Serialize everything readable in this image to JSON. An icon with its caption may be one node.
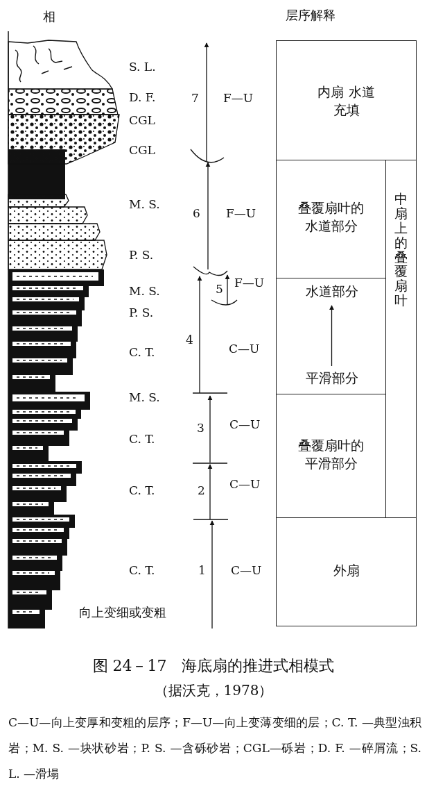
{
  "diagram": {
    "caption": "图 24－17　海底扇的推进式相模式",
    "nodes": [
      {
        "text": [
          "内扇 水道充填"
        ]
      },
      {
        "text": [
          "中扇上的叠覆扇叶"
        ]
      },
      {
        "text": [
          "叠覆扇叶的水道部分"
        ]
      },
      {
        "text": [],
        "shape": "box"
      },
      {
        "text": [
          "水道部分"
        ],
        "in": 3
      },
      {
        "text": [
          "平滑部分"
        ],
        "in": 3
      },
      {
        "text": [
          "叠覆扇叶的平滑部分"
        ]
      },
      {
        "text": [
          "外扇"
        ]
      }
    ],
    "edges": [
      {
        "from": 5,
        "to": 4,
        "arrow": "to"
      }
    ],
    "labels": [
      "相",
      "层序解释",
      "S. L.",
      "D. F.",
      "7",
      "F—U",
      "CGL",
      "CGL",
      "M. S.",
      "6",
      "F—U",
      "P. S.",
      "M. S.",
      "5",
      "F—U",
      "P. S.",
      "4",
      "C. T.",
      "C—U",
      "M. S.",
      "3",
      "C—U",
      "C. T.",
      "C. T.",
      "2",
      "C—U",
      "C. T.",
      "1",
      "C—U",
      "向上变细或变粗",
      "（据沃克，1978）",
      "C—U—向上变厚和变粗的层序；F—U—向上变薄变细的层；C. T. —典型浊积岩；M. S. —块状砂岩；P. S. —含砾砂岩；CGL—砾岩；D. F. —碎屑流；S. L. —滑塌"
    ]
  }
}
